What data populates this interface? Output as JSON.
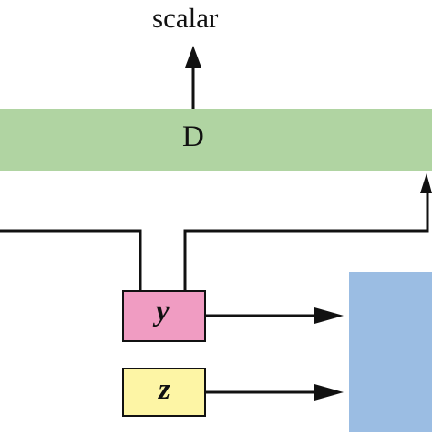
{
  "output": {
    "label": "scalar"
  },
  "discriminator": {
    "label": "D",
    "color": "#b0d4a2"
  },
  "input_y": {
    "label": "y",
    "color": "#f09cc2"
  },
  "input_z": {
    "label": "z",
    "color": "#fdf5a5"
  },
  "generator": {
    "color": "#9bbde3"
  },
  "line_color": "#111111"
}
